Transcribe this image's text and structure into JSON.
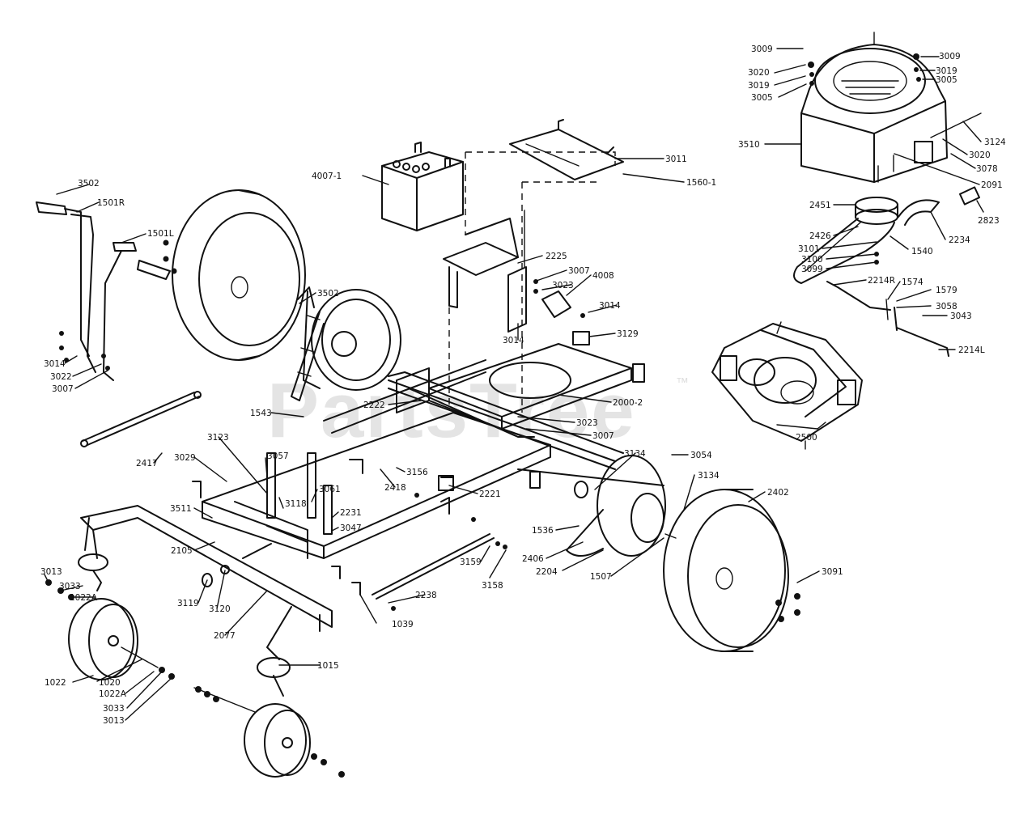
{
  "watermark": {
    "text": "PartsTree",
    "trademark": "™"
  },
  "callouts": [
    {
      "id": "c3009a",
      "text": "3009"
    },
    {
      "id": "c3020a",
      "text": "3020"
    },
    {
      "id": "c3019a",
      "text": "3019"
    },
    {
      "id": "c3005a",
      "text": "3005"
    },
    {
      "id": "c3009b",
      "text": "3009"
    },
    {
      "id": "c3019b",
      "text": "3019"
    },
    {
      "id": "c3005b",
      "text": "3005"
    },
    {
      "id": "c3510",
      "text": "3510"
    },
    {
      "id": "c3124",
      "text": "3124"
    },
    {
      "id": "c3020b",
      "text": "3020"
    },
    {
      "id": "c3078",
      "text": "3078"
    },
    {
      "id": "c2091",
      "text": "2091"
    },
    {
      "id": "c2451",
      "text": "2451"
    },
    {
      "id": "c2823",
      "text": "2823"
    },
    {
      "id": "c2426",
      "text": "2426"
    },
    {
      "id": "c2234",
      "text": "2234"
    },
    {
      "id": "c3101",
      "text": "3101"
    },
    {
      "id": "c1540",
      "text": "1540"
    },
    {
      "id": "c3100",
      "text": "3100"
    },
    {
      "id": "c3099",
      "text": "3099"
    },
    {
      "id": "c2214R",
      "text": "2214R"
    },
    {
      "id": "c1574",
      "text": "1574"
    },
    {
      "id": "c1579",
      "text": "1579"
    },
    {
      "id": "c3058",
      "text": "3058"
    },
    {
      "id": "c3043",
      "text": "3043"
    },
    {
      "id": "c2214L",
      "text": "2214L"
    },
    {
      "id": "c3011",
      "text": "3011"
    },
    {
      "id": "c1560",
      "text": "1560-1"
    },
    {
      "id": "c4007",
      "text": "4007-1"
    },
    {
      "id": "c2225",
      "text": "2225"
    },
    {
      "id": "c3007a",
      "text": "3007"
    },
    {
      "id": "c3023a",
      "text": "3023"
    },
    {
      "id": "c4008",
      "text": "4008"
    },
    {
      "id": "c3014a",
      "text": "3014"
    },
    {
      "id": "c3014b",
      "text": "3014"
    },
    {
      "id": "c3129",
      "text": "3129"
    },
    {
      "id": "c3502a",
      "text": "3502"
    },
    {
      "id": "c1501R",
      "text": "1501R"
    },
    {
      "id": "c1501L",
      "text": "1501L"
    },
    {
      "id": "c3502b",
      "text": "3502"
    },
    {
      "id": "c3014c",
      "text": "3014"
    },
    {
      "id": "c3022",
      "text": "3022"
    },
    {
      "id": "c3007b",
      "text": "3007"
    },
    {
      "id": "c2222",
      "text": "2222"
    },
    {
      "id": "c2000",
      "text": "2000-2"
    },
    {
      "id": "c3023b",
      "text": "3023"
    },
    {
      "id": "c3007c",
      "text": "3007"
    },
    {
      "id": "c2500",
      "text": "2500"
    },
    {
      "id": "c1543",
      "text": "1543"
    },
    {
      "id": "c2417",
      "text": "2417"
    },
    {
      "id": "c3123",
      "text": "3123"
    },
    {
      "id": "c3029",
      "text": "3029"
    },
    {
      "id": "c3057",
      "text": "3057"
    },
    {
      "id": "c2418",
      "text": "2418"
    },
    {
      "id": "c3156",
      "text": "3156"
    },
    {
      "id": "c2221",
      "text": "2221"
    },
    {
      "id": "c3134a",
      "text": "3134"
    },
    {
      "id": "c3054",
      "text": "3054"
    },
    {
      "id": "c3134b",
      "text": "3134"
    },
    {
      "id": "c2402",
      "text": "2402"
    },
    {
      "id": "c3511",
      "text": "3511"
    },
    {
      "id": "c3118",
      "text": "3118"
    },
    {
      "id": "c3061",
      "text": "3061"
    },
    {
      "id": "c2231",
      "text": "2231"
    },
    {
      "id": "c3047",
      "text": "3047"
    },
    {
      "id": "c2105",
      "text": "2105"
    },
    {
      "id": "c1536",
      "text": "1536"
    },
    {
      "id": "c2406",
      "text": "2406"
    },
    {
      "id": "c2204",
      "text": "2204"
    },
    {
      "id": "c1507",
      "text": "1507"
    },
    {
      "id": "c3159",
      "text": "3159"
    },
    {
      "id": "c3158",
      "text": "3158"
    },
    {
      "id": "c3091",
      "text": "3091"
    },
    {
      "id": "c3013a",
      "text": "3013"
    },
    {
      "id": "c3033a",
      "text": "3033"
    },
    {
      "id": "c1022Aa",
      "text": "1022A"
    },
    {
      "id": "c3119",
      "text": "3119"
    },
    {
      "id": "c3120",
      "text": "3120"
    },
    {
      "id": "c2238",
      "text": "2238"
    },
    {
      "id": "c1039",
      "text": "1039"
    },
    {
      "id": "c2077",
      "text": "2077"
    },
    {
      "id": "c1015",
      "text": "1015"
    },
    {
      "id": "c1022",
      "text": "1022"
    },
    {
      "id": "c1020",
      "text": "1020"
    },
    {
      "id": "c1022Ab",
      "text": "1022A"
    },
    {
      "id": "c3033b",
      "text": "3033"
    },
    {
      "id": "c3013b",
      "text": "3013"
    }
  ]
}
